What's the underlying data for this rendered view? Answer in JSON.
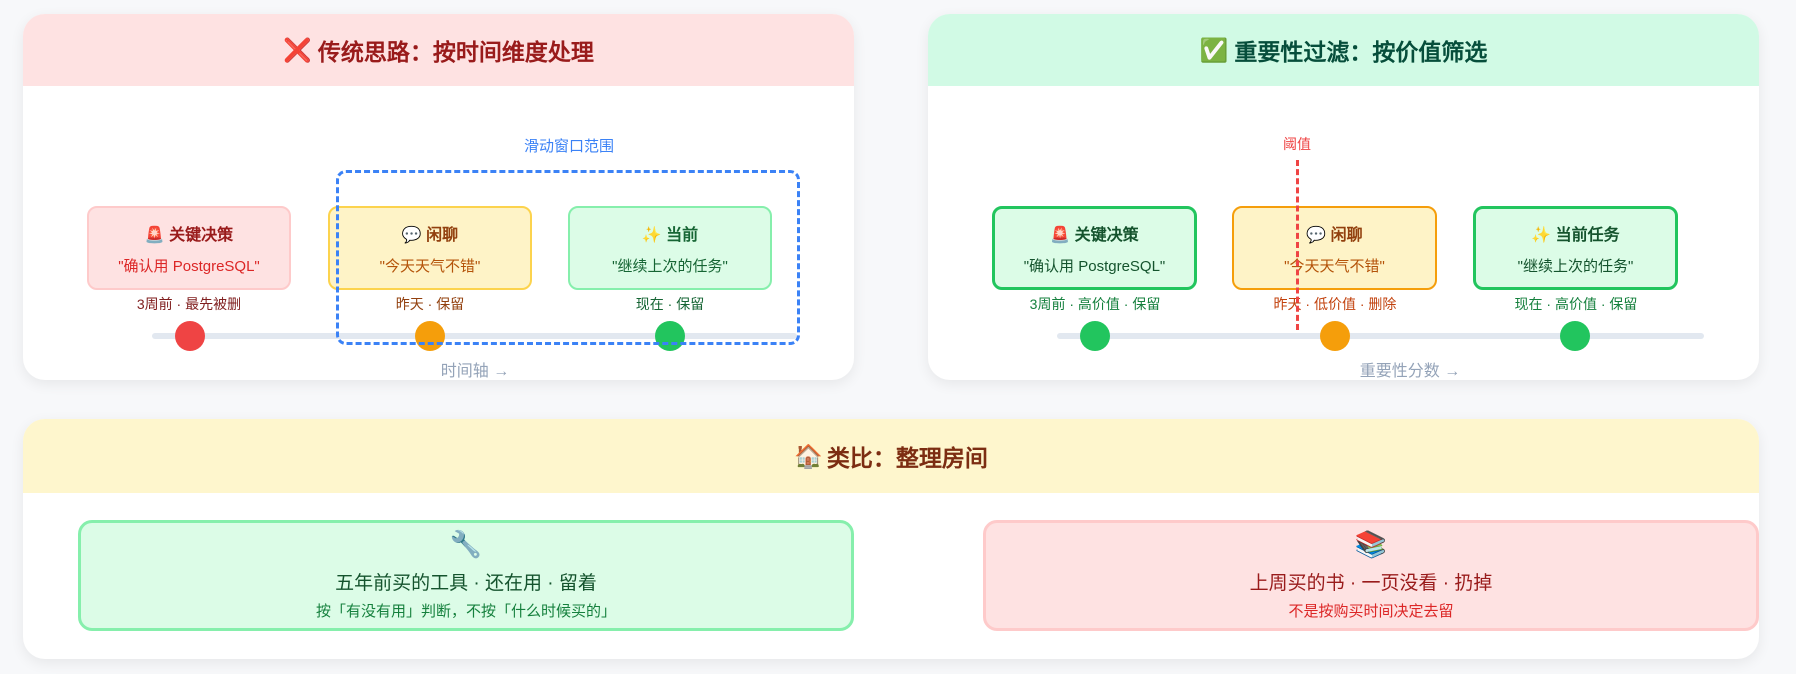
{
  "traditional": {
    "icon": "❌",
    "title": "传统思路：按时间维度处理",
    "window_label": "滑动窗口范围",
    "axis_label": "时间轴 →",
    "items": [
      {
        "icon": "🚨",
        "title": "关键决策",
        "quote": "\"确认用 PostgreSQL\"",
        "status": "3周前 · 最先被删"
      },
      {
        "icon": "💬",
        "title": "闲聊",
        "quote": "\"今天天气不错\"",
        "status": "昨天 · 保留"
      },
      {
        "icon": "✨",
        "title": "当前",
        "quote": "\"继续上次的任务\"",
        "status": "现在 · 保留"
      }
    ]
  },
  "importance": {
    "icon": "✅",
    "title": "重要性过滤：按价值筛选",
    "threshold_label": "阈值",
    "axis_label": "重要性分数 →",
    "items": [
      {
        "icon": "🚨",
        "title": "关键决策",
        "quote": "\"确认用 PostgreSQL\"",
        "status": "3周前 · 高价值 · 保留"
      },
      {
        "icon": "💬",
        "title": "闲聊",
        "quote": "\"今天天气不错\"",
        "status": "昨天 · 低价值 · 删除"
      },
      {
        "icon": "✨",
        "title": "当前任务",
        "quote": "\"继续上次的任务\"",
        "status": "现在 · 高价值 · 保留"
      }
    ]
  },
  "analogy": {
    "icon": "🏠",
    "title": "类比：整理房间",
    "items": [
      {
        "icon": "🔧",
        "title": "五年前买的工具 · 还在用 · 留着",
        "subtitle": "按「有没有用」判断，不按「什么时候买的」"
      },
      {
        "icon": "📚",
        "title": "上周买的书 · 一页没看 · 扔掉",
        "subtitle": "不是按购买时间决定去留"
      }
    ]
  }
}
